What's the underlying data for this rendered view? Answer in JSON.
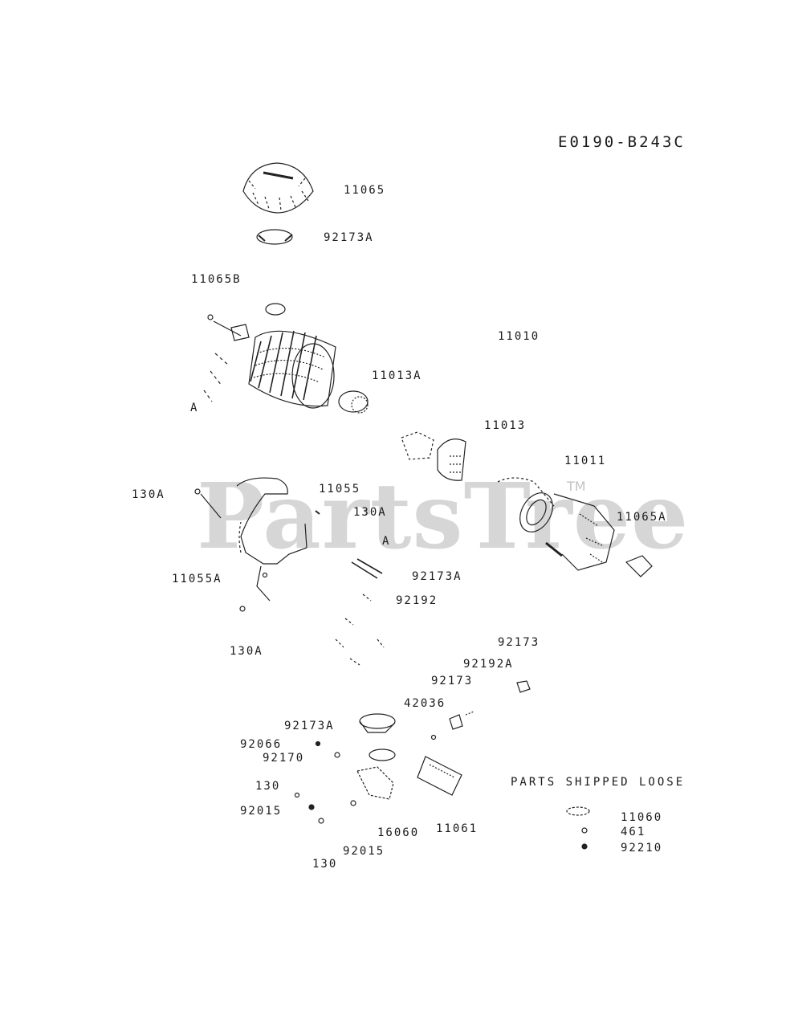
{
  "diagram_code": "E0190-B243C",
  "watermark": {
    "text": "PartsTree",
    "tm": "TM"
  },
  "part_labels": {
    "p11065": "11065",
    "p92173A_top": "92173A",
    "p11065B": "11065B",
    "p11010": "11010",
    "p11013A": "11013A",
    "pA_left": "A",
    "p11013": "11013",
    "p11011": "11011",
    "p130A_left": "130A",
    "p11055": "11055",
    "p130A_mid": "130A",
    "p11065A": "11065A",
    "pA_mid": "A",
    "p11055A": "11055A",
    "p92173A_mid": "92173A",
    "p92192": "92192",
    "p130A_bottom": "130A",
    "p92173_a": "92173",
    "p92192A": "92192A",
    "p92173_b": "92173",
    "p42036": "42036",
    "p92173A_low": "92173A",
    "p92066": "92066",
    "p92170": "92170",
    "p130_a": "130",
    "p92015_a": "92015",
    "p16060": "16060",
    "p11061": "11061",
    "p92015_b": "92015",
    "p130_b": "130"
  },
  "parts_shipped_loose": {
    "title": "PARTS SHIPPED LOOSE",
    "items": [
      "11060",
      "461",
      "92210"
    ]
  }
}
